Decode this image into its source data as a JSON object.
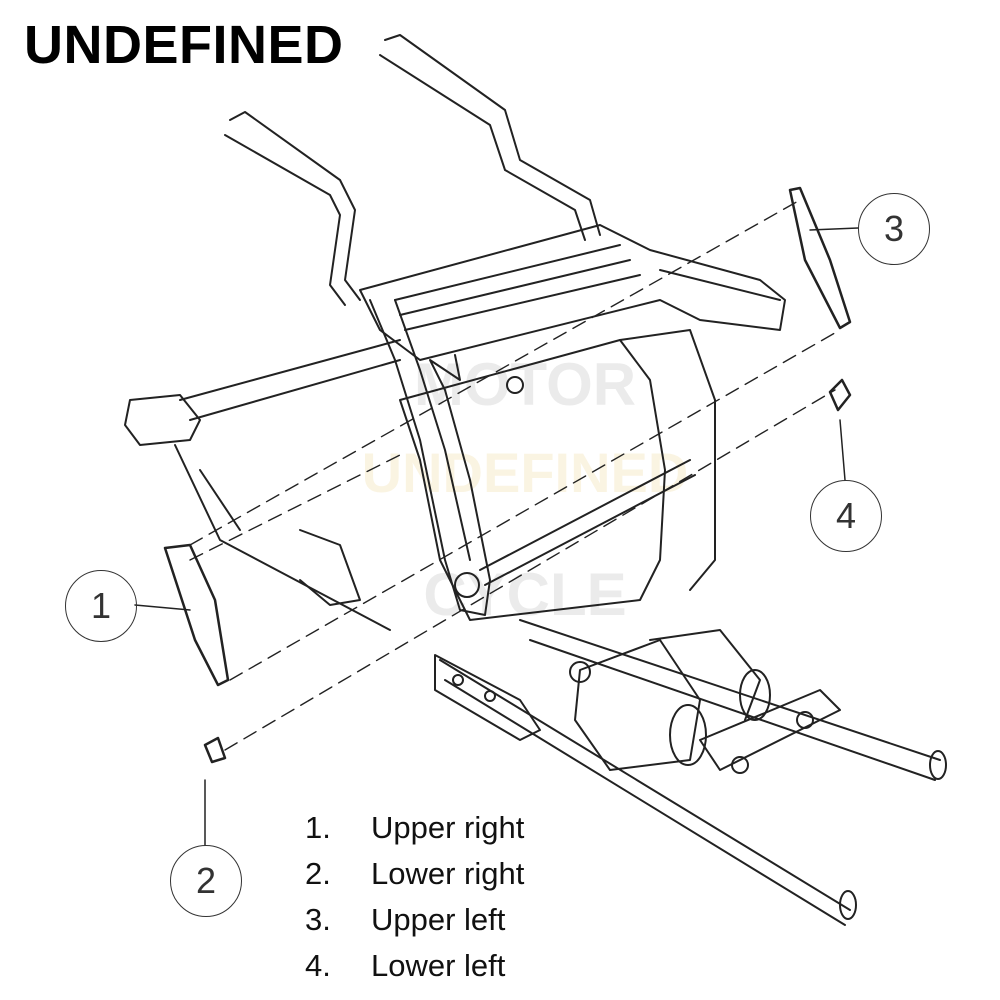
{
  "title": "UNDEFINED",
  "watermark": {
    "line1": "MOTOR",
    "line2": "UNDEFINED",
    "line3": "CYCLE"
  },
  "callouts": [
    "1",
    "2",
    "3",
    "4"
  ],
  "legend": [
    {
      "num": "1.",
      "label": "Upper right"
    },
    {
      "num": "2.",
      "label": "Lower right"
    },
    {
      "num": "3.",
      "label": "Upper left"
    },
    {
      "num": "4.",
      "label": "Lower left"
    }
  ]
}
